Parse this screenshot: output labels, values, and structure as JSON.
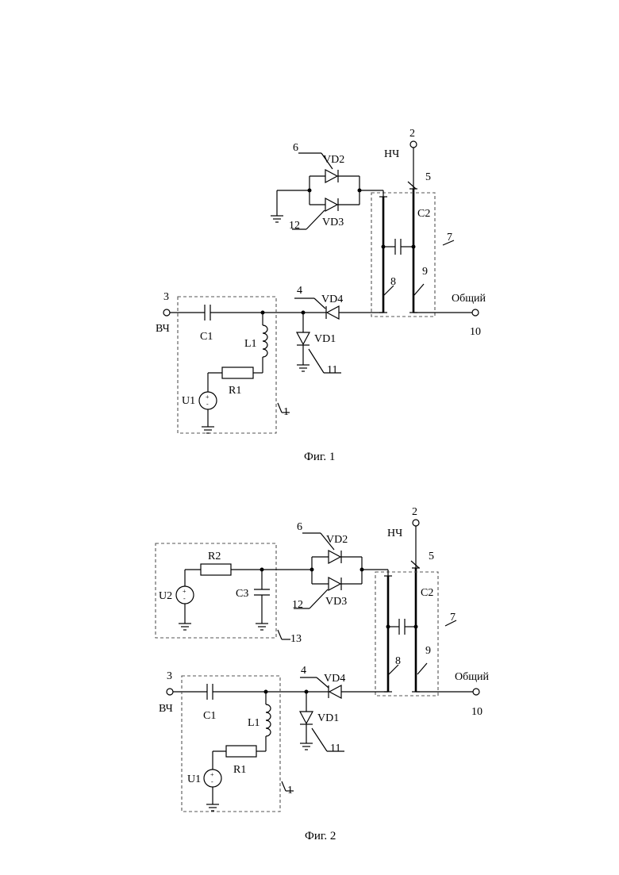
{
  "figures": [
    {
      "caption": "Фиг. 1",
      "labels": {
        "n2": "2",
        "nch": "НЧ",
        "n5": "5",
        "c2": "C2",
        "n6": "6",
        "vd2": "VD2",
        "n12": "12",
        "vd3": "VD3",
        "n7": "7",
        "n8": "8",
        "n9": "9",
        "n3": "3",
        "vch": "ВЧ",
        "c1": "C1",
        "n4": "4",
        "vd4": "VD4",
        "common": "Общий",
        "n10": "10",
        "l1": "L1",
        "vd1": "VD1",
        "r1": "R1",
        "n11": "11",
        "u1": "U1",
        "n1": "1"
      }
    },
    {
      "caption": "Фиг. 2",
      "labels": {
        "n2": "2",
        "nch": "НЧ",
        "n5": "5",
        "c2": "C2",
        "n6": "6",
        "vd2": "VD2",
        "n12": "12",
        "vd3": "VD3",
        "n7": "7",
        "n8": "8",
        "n9": "9",
        "n3": "3",
        "vch": "ВЧ",
        "c1": "C1",
        "n4": "4",
        "vd4": "VD4",
        "common": "Общий",
        "n10": "10",
        "l1": "L1",
        "vd1": "VD1",
        "r1": "R1",
        "n11": "11",
        "u1": "U1",
        "n1": "1",
        "r2": "R2",
        "u2": "U2",
        "c3": "C3",
        "n13": "13"
      }
    }
  ]
}
